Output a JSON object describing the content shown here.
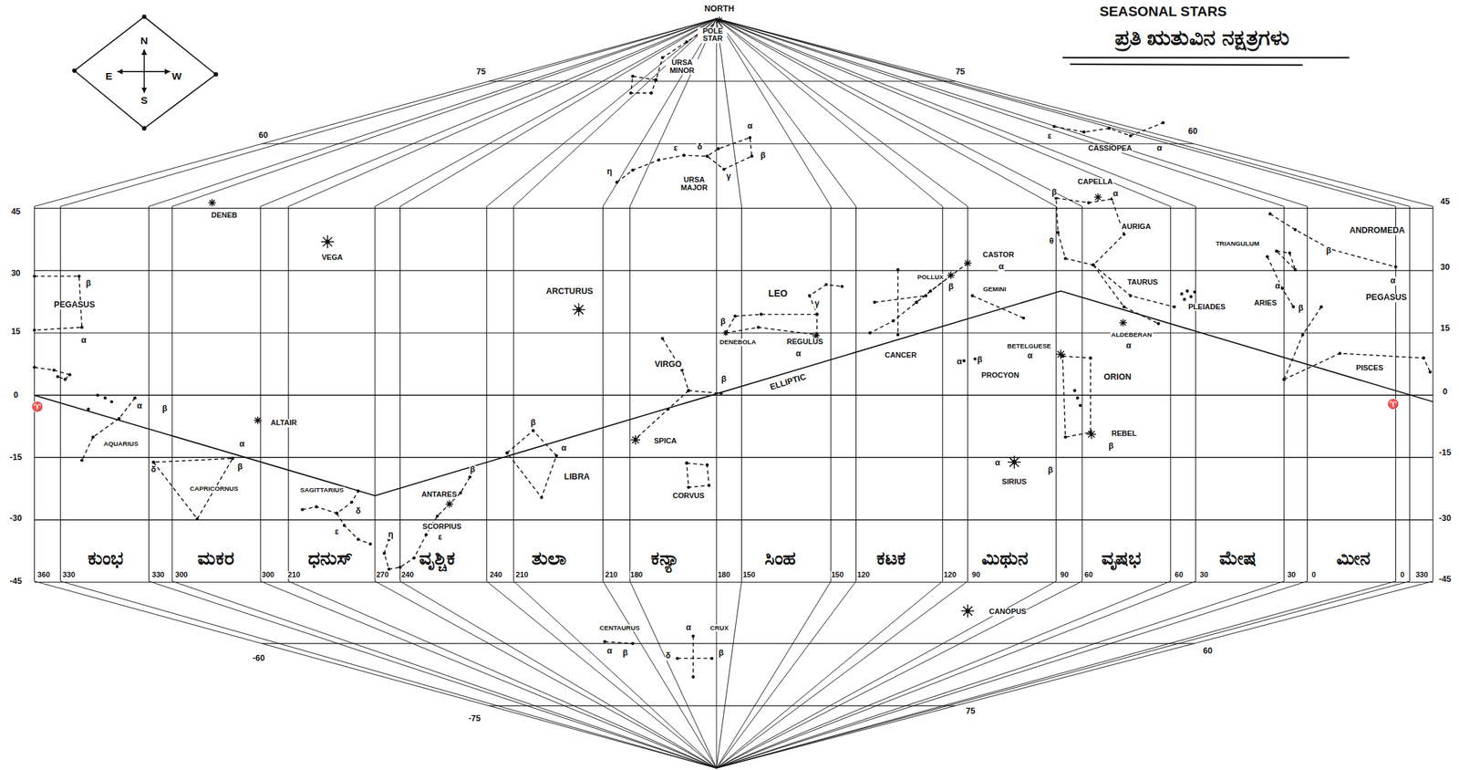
{
  "diagram": {
    "title": "SEASONAL STARS",
    "labels": [
      "ಪ್ರತಿ ಋತುವಿನ ನಕ್ಷತ್ರಗಳು",
      "N",
      "E",
      "W",
      "S",
      "NORTH",
      "POLE STAR",
      "URSA MINOR",
      "URSA MAJOR",
      "75",
      "75",
      "60",
      "60",
      "CASSIOPEA",
      "DENEB",
      "VEGA",
      "PEGASUS",
      "ARCTURUS",
      "LEO",
      "DENEBOLA",
      "REGULUS",
      "CANCER",
      "CASTOR",
      "POLLUX",
      "GEMINI",
      "CAPELLA",
      "AURIGA",
      "TAURUS",
      "TRIANGULUM",
      "ANDROMEDA",
      "PEGASUS",
      "PLEIADES",
      "ARIES",
      "ALDEBERAN",
      "BETELGUESE",
      "ORION",
      "PROCYON",
      "PISCES",
      "VIRGO",
      "ELLIPTIC",
      "SPICA",
      "CORVUS",
      "LIBRA",
      "ANTARES",
      "SCORPIUS",
      "SAGITTARIUS",
      "CAPRICORNUS",
      "AQUARIUS",
      "ALTAIR",
      "REBEL",
      "SIRIUS",
      "CANOPUS",
      "CENTAURUS",
      "CRUX",
      "-60",
      "60",
      "-75",
      "75",
      "45",
      "30",
      "15",
      "0",
      "-15",
      "-30",
      "-45",
      "45",
      "30",
      "15",
      "0",
      "-15",
      "-30",
      "-45",
      "ಕುಂಭ",
      "ಮಕರ",
      "ಧನುಸ್",
      "ವೃಶ್ಚಿಕ",
      "ತುಲಾ",
      "ಕನ್ಯಾ",
      "ಸಿಂಹ",
      "ಕಟಕ",
      "ಮಿಥುನ",
      "ವೃಷಭ",
      "ಮೇಷ",
      "ಮೀನ",
      "360",
      "330",
      "330",
      "300",
      "300",
      "210",
      "270",
      "240",
      "240",
      "210",
      "210",
      "180",
      "180",
      "150",
      "150",
      "120",
      "120",
      "90",
      "90",
      "60",
      "60",
      "30",
      "30",
      "0",
      "0",
      "330",
      "α",
      "β",
      "η",
      "ε",
      "δ",
      "γ",
      "ε",
      "α",
      "β",
      "α",
      "β",
      "γ",
      "α",
      "α",
      "β",
      "β",
      "α",
      "θ",
      "α",
      "α",
      "β",
      "α",
      "β",
      "α",
      "β",
      "β",
      "α",
      "α",
      "β",
      "β",
      "α",
      "β",
      "β",
      "ε",
      "δ",
      "ε",
      "η",
      "α",
      "β",
      "δ",
      "α",
      "β",
      "α",
      "β",
      "α",
      "β",
      "δ",
      "♈",
      "♈"
    ]
  }
}
